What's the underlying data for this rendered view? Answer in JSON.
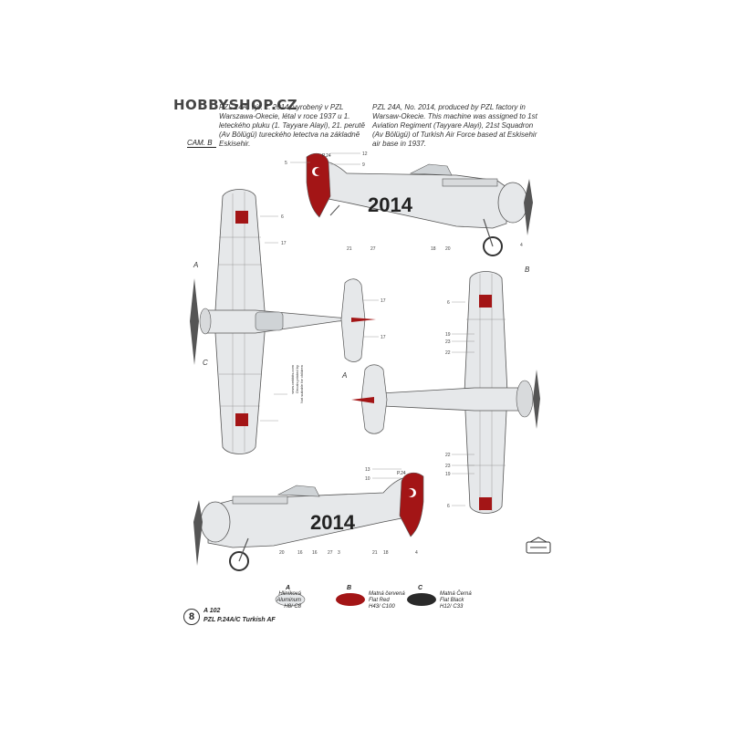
{
  "watermark": "HOBBYSHOP.CZ",
  "description": {
    "cz": "PZL 24A, výr. č. 2014, vyrobený v PZL Warszawa-Okecie, létal v roce 1937 u 1. leteckého pluku (1. Tayyare Alayi), 21. perutě (Av Bölügü) tureckého letectva na základně Eskisehir.",
    "en": "PZL 24A, No. 2014, produced by PZL factory in Warsaw-Okecie. This machine was assigned to 1st Aviation Regiment (Tayyare Alayi), 21st Squadron (Av Bölügü) of Turkish Air Force based at Eskisehir air base in 1937."
  },
  "camo_label": "CAM. B",
  "aircraft_number": "2014",
  "fin_code": "P.24",
  "callouts": [
    "12",
    "5",
    "9",
    "6",
    "17",
    "21",
    "27",
    "18",
    "20",
    "17",
    "17",
    "6",
    "19",
    "23",
    "22",
    "4",
    "22",
    "23",
    "19",
    "6",
    "13",
    "10",
    "20",
    "16",
    "27",
    "3",
    "21",
    "18",
    "4",
    "16"
  ],
  "view_letters": [
    "A",
    "B",
    "C",
    "A"
  ],
  "legend": [
    {
      "letter": "A",
      "lines": [
        "Hliníková",
        "Aluminum",
        "H8/ C8"
      ],
      "color": "#e6e8ea"
    },
    {
      "letter": "B",
      "lines": [
        "Matná červená",
        "Flat Red",
        "H43/ C100"
      ],
      "color": "#a31516"
    },
    {
      "letter": "C",
      "lines": [
        "Matná Černá",
        "Flat Black",
        "H12/ C33"
      ],
      "color": "#2a2a2a"
    }
  ],
  "sheet": {
    "index": "8",
    "code": "A 102",
    "title": "PZL P.24A/C  Turkish AF"
  },
  "side_text": [
    "www.cmkkits.com",
    "Decals printed by",
    "Not suitable for children"
  ],
  "colors": {
    "aluminum": "#e6e8ea",
    "red": "#a31516",
    "black": "#222222",
    "outline": "#555555"
  }
}
